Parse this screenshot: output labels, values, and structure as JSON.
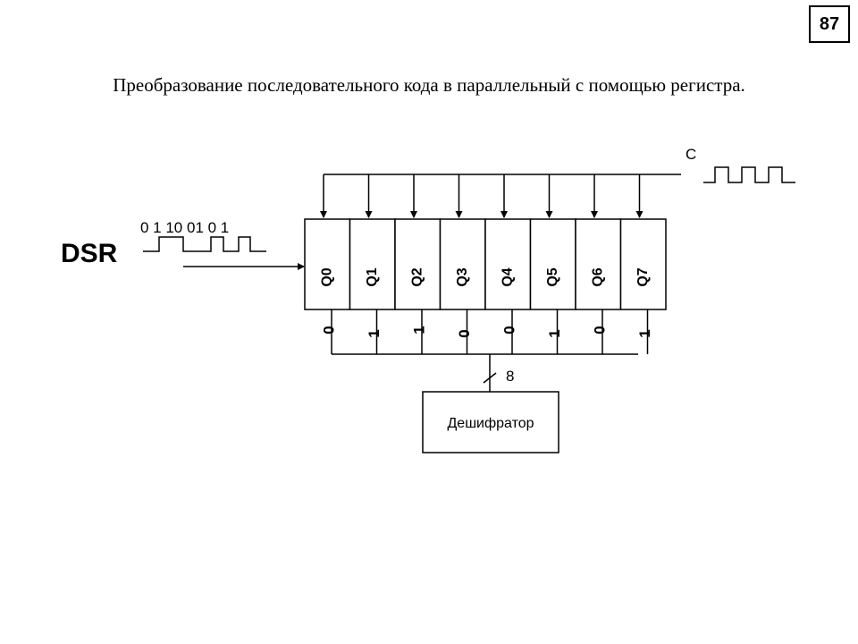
{
  "page_number": "87",
  "title": "Преобразование последовательного кода в параллельный с помощью регистра.",
  "clock_label": "C",
  "input_label": "DSR",
  "input_sequence": "0 1 10 01 0 1",
  "register_outputs": [
    "Q0",
    "Q1",
    "Q2",
    "Q3",
    "Q4",
    "Q5",
    "Q6",
    "Q7"
  ],
  "output_bits": [
    "0",
    "1",
    "1",
    "0",
    "0",
    "1",
    "0",
    "1"
  ],
  "bus_width": "8",
  "decoder_label": "Дешифратор"
}
